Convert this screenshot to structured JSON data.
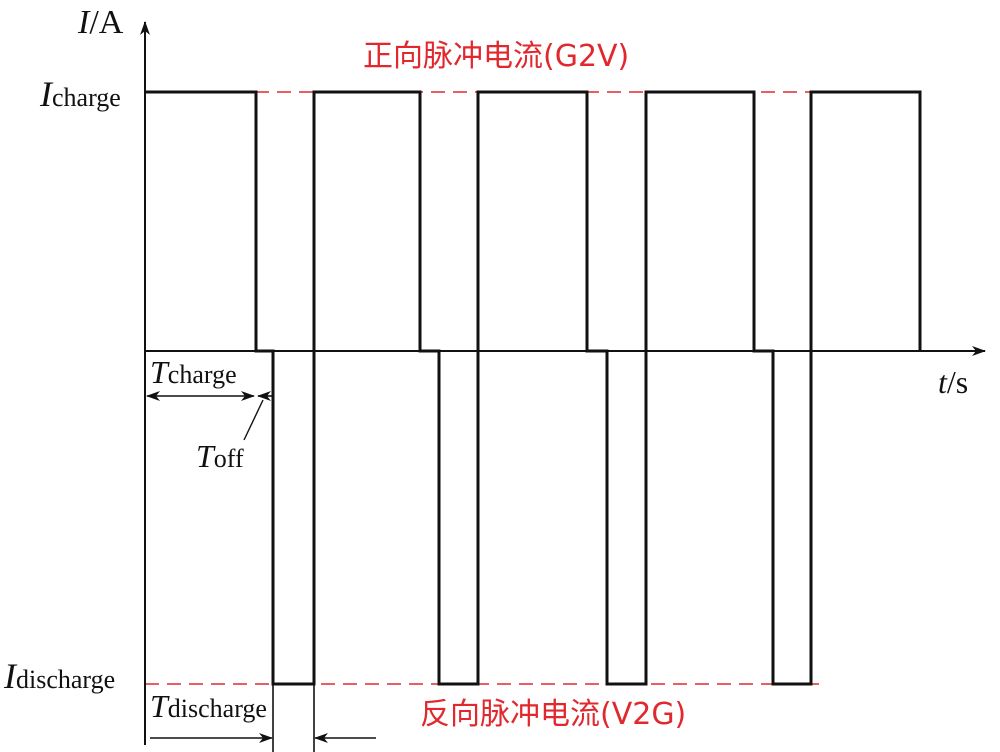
{
  "axes": {
    "y_var": "I",
    "y_unit": "/A",
    "x_var": "t",
    "x_unit": "/s"
  },
  "levels": {
    "charge": {
      "symbol": "I",
      "subscript": "charge"
    },
    "discharge": {
      "symbol": "I",
      "subscript": "discharge"
    }
  },
  "annotations": {
    "forward": "正向脉冲电流(G2V)",
    "reverse": "反向脉冲电流(V2G)",
    "t_charge": {
      "symbol": "T",
      "subscript": "charge"
    },
    "t_off": {
      "symbol": "T",
      "subscript": "off"
    },
    "t_discharge": {
      "symbol": "T",
      "subscript": "discharge"
    }
  },
  "colors": {
    "waveform": "#111111",
    "reference_line": "#e0282e",
    "label_text": "#e0282e"
  }
}
